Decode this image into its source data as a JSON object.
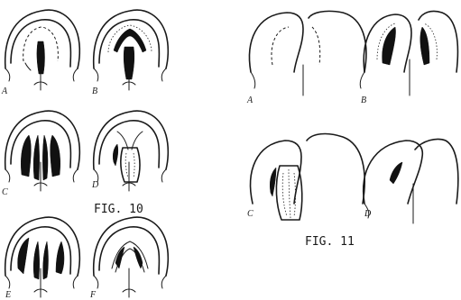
{
  "figures": {
    "fig10": {
      "caption": "FIG. 10",
      "panels": [
        "A",
        "B",
        "C",
        "D",
        "E",
        "F"
      ]
    },
    "fig11": {
      "caption": "FIG. 11",
      "panels": [
        "A",
        "B",
        "C",
        "D"
      ]
    }
  }
}
